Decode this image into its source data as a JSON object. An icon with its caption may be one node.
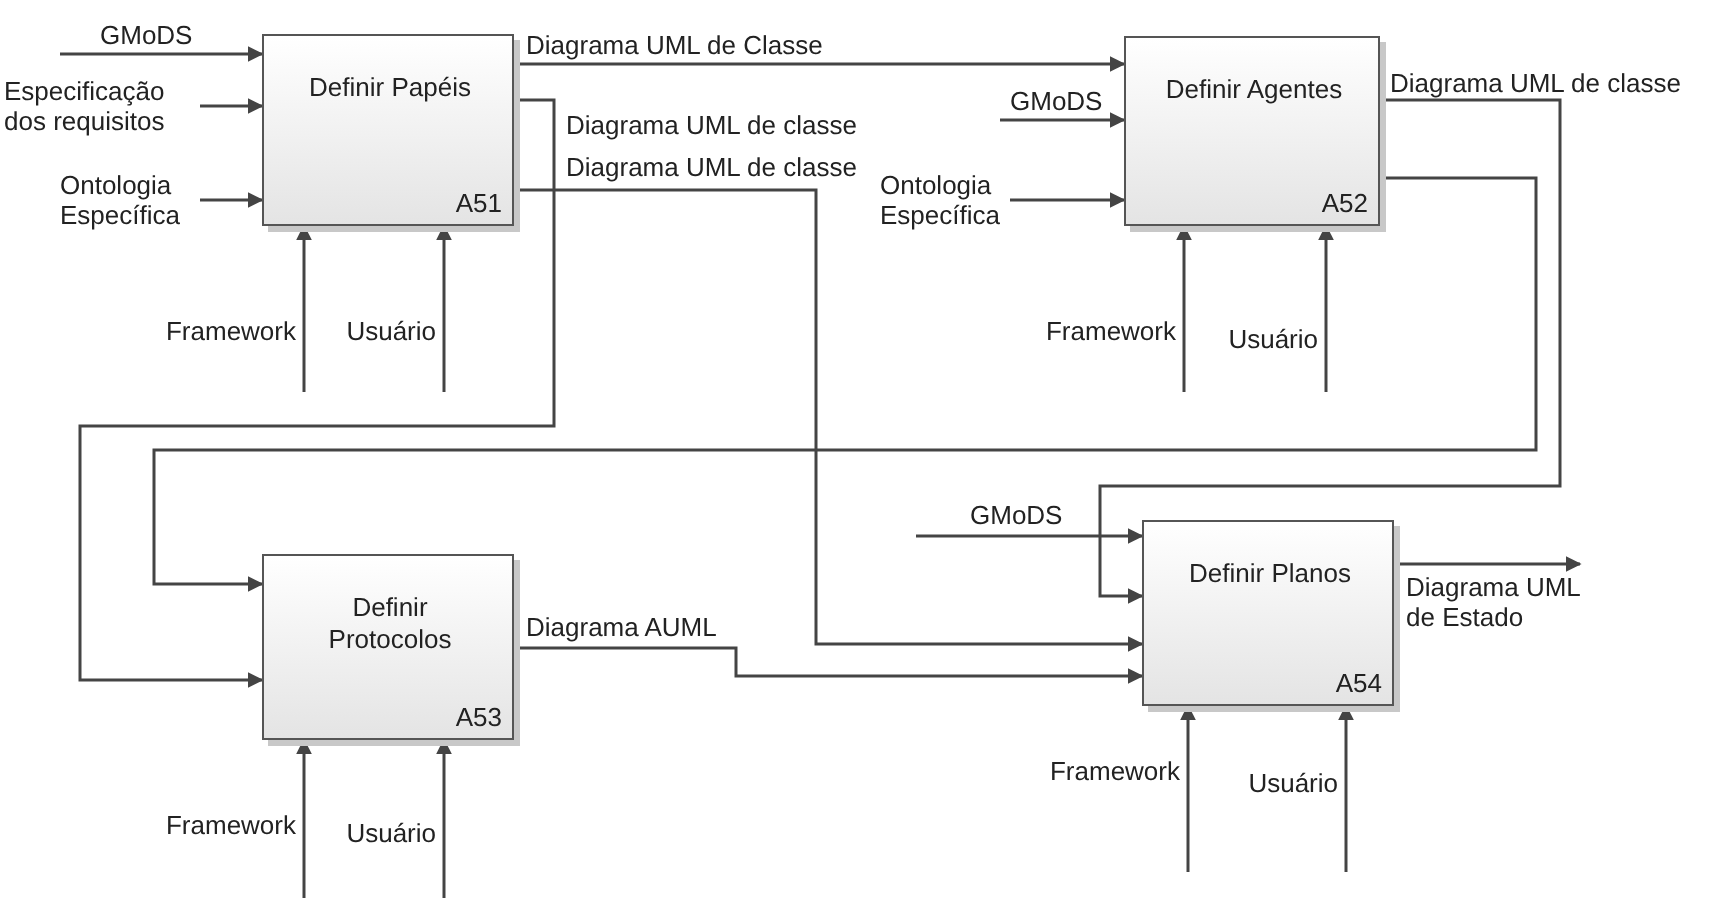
{
  "diagram": {
    "nodes": [
      {
        "text": [
          "Definir Papéis",
          "A51"
        ]
      },
      {
        "text": [
          "Definir Agentes",
          "A52"
        ]
      },
      {
        "text": [
          "Definir Protocolos",
          "A53"
        ]
      },
      {
        "text": [
          "Definir Planos",
          "A54"
        ]
      }
    ],
    "edges": [
      {
        "from": null,
        "to": 0,
        "arrow": "to",
        "label": "GMoDS"
      },
      {
        "from": null,
        "to": 0,
        "arrow": "to",
        "label": "Especificação dos requisitos"
      },
      {
        "from": null,
        "to": 0,
        "arrow": "to",
        "label": "Ontologia Específica"
      },
      {
        "from": null,
        "to": 0,
        "arrow": "to",
        "label": "Framework"
      },
      {
        "from": null,
        "to": 0,
        "arrow": "to",
        "label": "Usuário"
      },
      {
        "from": 0,
        "to": 1,
        "arrow": "to",
        "label": "Diagrama UML de Classe"
      },
      {
        "from": 0,
        "to": 2,
        "arrow": "to",
        "label": "Diagrama UML de classe"
      },
      {
        "from": 0,
        "to": 3,
        "arrow": "to",
        "label": "Diagrama UML de classe"
      },
      {
        "from": null,
        "to": 1,
        "arrow": "to",
        "label": "GMoDS"
      },
      {
        "from": null,
        "to": 1,
        "arrow": "to",
        "label": "Ontologia Específica"
      },
      {
        "from": null,
        "to": 1,
        "arrow": "to",
        "label": "Framework"
      },
      {
        "from": null,
        "to": 1,
        "arrow": "to",
        "label": "Usuário"
      },
      {
        "from": 1,
        "to": 3,
        "arrow": "to",
        "label": "Diagrama UML de classe"
      },
      {
        "from": 1,
        "to": 2,
        "arrow": "to"
      },
      {
        "from": null,
        "to": 2,
        "arrow": "to",
        "label": "Framework"
      },
      {
        "from": null,
        "to": 2,
        "arrow": "to",
        "label": "Usuário"
      },
      {
        "from": 2,
        "to": 3,
        "arrow": "to",
        "label": "Diagrama AUML"
      },
      {
        "from": null,
        "to": 3,
        "arrow": "to",
        "label": "GMoDS"
      },
      {
        "from": null,
        "to": 3,
        "arrow": "to",
        "label": "Framework"
      },
      {
        "from": null,
        "to": 3,
        "arrow": "to",
        "label": "Usuário"
      },
      {
        "from": 3,
        "to": null,
        "arrow": "to",
        "label": "Diagrama UML de Estado"
      }
    ]
  }
}
